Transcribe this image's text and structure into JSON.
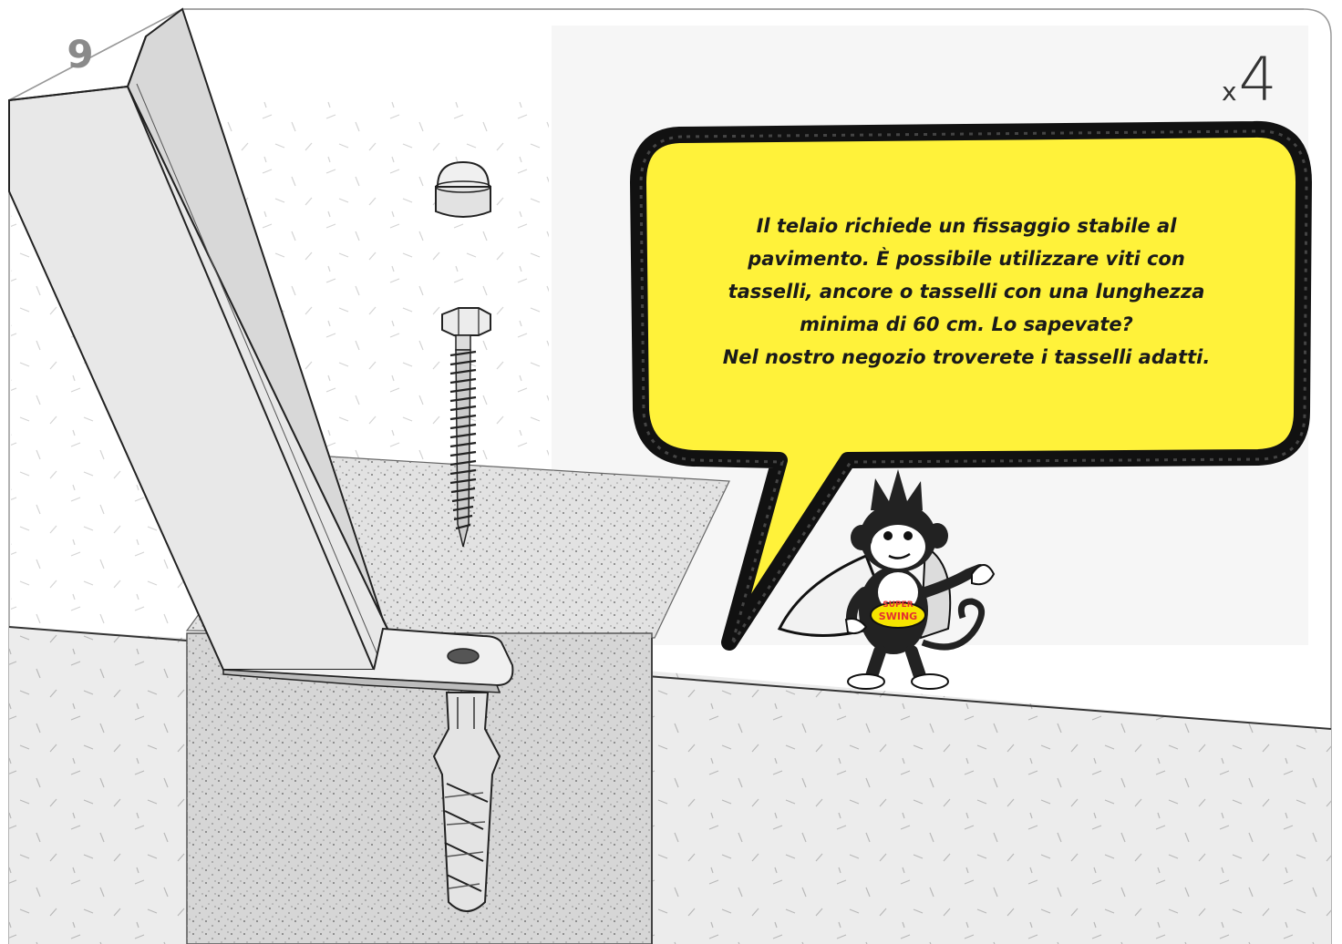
{
  "step": {
    "number": "9"
  },
  "quantity": {
    "prefix": "x",
    "count": "4"
  },
  "tip": {
    "lines": [
      "Il telaio richiede un fissaggio stabile al",
      "pavimento. È possibile utilizzare viti con",
      "tasselli, ancore o tasselli con una lunghezza",
      "minima di 60 cm. Lo sapevate?",
      "Nel nostro negozio troverete i tasselli adatti."
    ]
  },
  "mascot": {
    "badge_line1": "SUPER",
    "badge_line2": "SWING"
  },
  "colors": {
    "bubble": "#fff23a",
    "bubble_border": "#111111",
    "concrete": "#dcdcdc",
    "post": "#e6e6e6",
    "badge": "#f5e400"
  }
}
